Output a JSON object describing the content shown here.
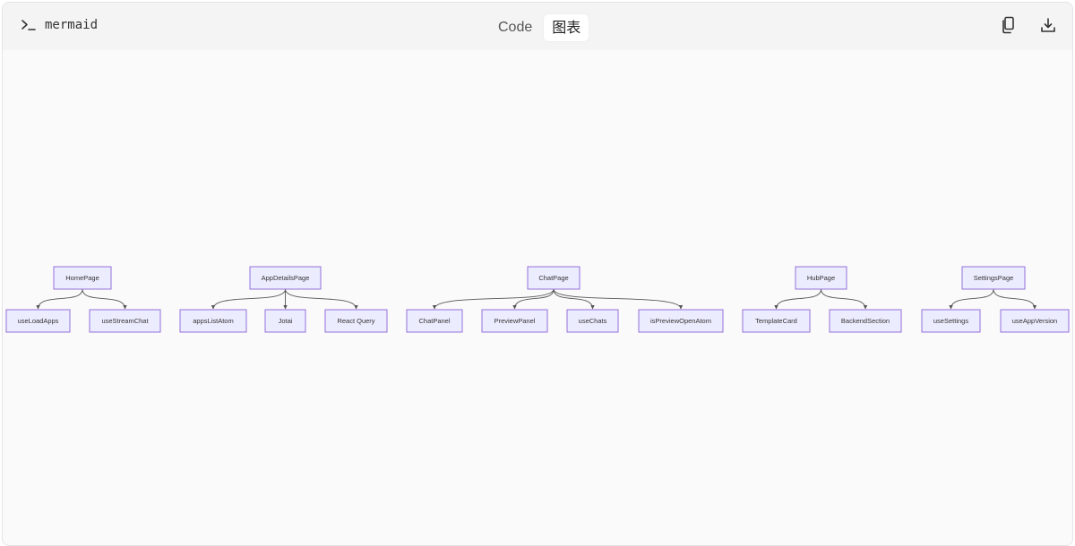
{
  "header": {
    "language_label": "mermaid",
    "language_icon": "terminal-prompt-icon",
    "tabs": [
      {
        "label": "Code",
        "active": false
      },
      {
        "label": "图表",
        "active": true
      }
    ],
    "actions": [
      {
        "icon": "copy-icon"
      },
      {
        "icon": "download-icon"
      }
    ]
  },
  "diagram": {
    "node_fill": "#ececff",
    "node_stroke": "#9370db",
    "edge_color": "#555555",
    "nodes": {
      "HomePage": "HomePage",
      "useLoadApps": "useLoadApps",
      "useStreamChat": "useStreamChat",
      "AppDetailsPage": "AppDetailsPage",
      "appsListAtom": "appsListAtom",
      "Jotai": "Jotai",
      "ReactQuery": "React Query",
      "ChatPage": "ChatPage",
      "ChatPanel": "ChatPanel",
      "PreviewPanel": "PreviewPanel",
      "useChats": "useChats",
      "isPreviewOpenAtom": "isPreviewOpenAtom",
      "HubPage": "HubPage",
      "TemplateCard": "TemplateCard",
      "BackendSection": "BackendSection",
      "SettingsPage": "SettingsPage",
      "useSettings": "useSettings",
      "useAppVersion": "useAppVersion"
    }
  }
}
